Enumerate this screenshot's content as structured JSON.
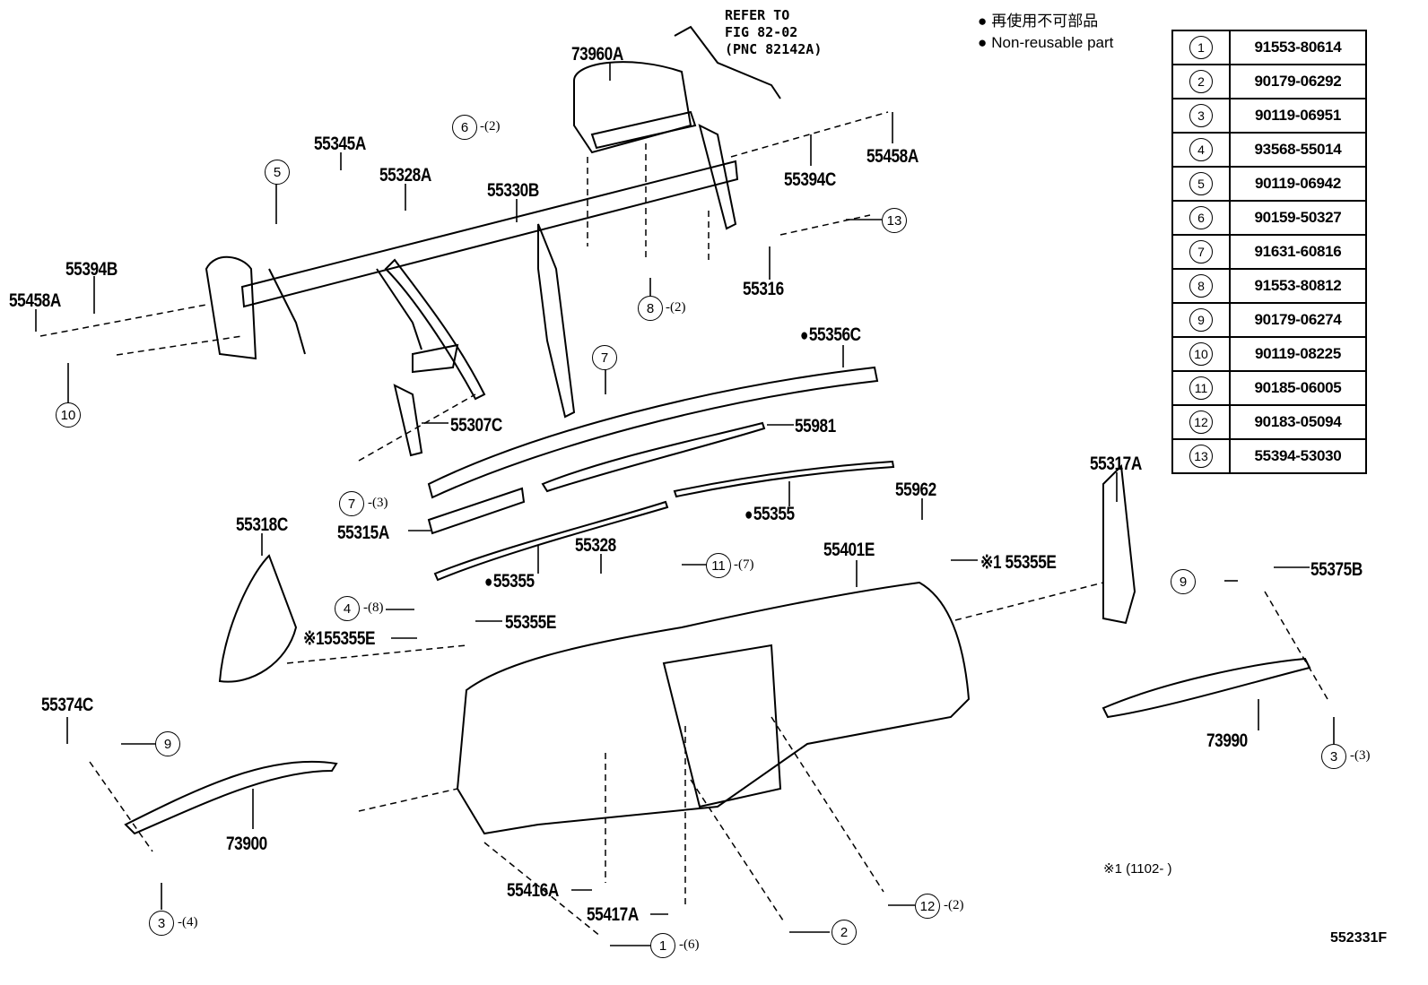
{
  "diagram": {
    "type": "exploded parts diagram",
    "figure_id": "552331F",
    "refer_note": [
      "REFER TO",
      "FIG 82-02",
      "(PNC 82142A)"
    ],
    "legend": {
      "jp": "再使用不可部品",
      "en": "Non-reusable part"
    },
    "footnote": "※1 (1102-      )",
    "parts_table": [
      {
        "key": "1",
        "part_no": "91553-80614"
      },
      {
        "key": "2",
        "part_no": "90179-06292"
      },
      {
        "key": "3",
        "part_no": "90119-06951"
      },
      {
        "key": "4",
        "part_no": "93568-55014"
      },
      {
        "key": "5",
        "part_no": "90119-06942"
      },
      {
        "key": "6",
        "part_no": "90159-50327"
      },
      {
        "key": "7",
        "part_no": "91631-60816"
      },
      {
        "key": "8",
        "part_no": "91553-80812"
      },
      {
        "key": "9",
        "part_no": "90179-06274"
      },
      {
        "key": "10",
        "part_no": "90119-08225"
      },
      {
        "key": "11",
        "part_no": "90185-06005"
      },
      {
        "key": "12",
        "part_no": "90183-05094"
      },
      {
        "key": "13",
        "part_no": "55394-53030"
      }
    ],
    "labels": {
      "p73960A": "73960A",
      "p55345A": "55345A",
      "p55328A": "55328A",
      "p55330B": "55330B",
      "p55394C": "55394C",
      "p55458A_r": "55458A",
      "p55394B": "55394B",
      "p55458A_l": "55458A",
      "p55316": "55316",
      "p55356C": "55356C",
      "p55307C": "55307C",
      "p55981": "55981",
      "p55315A": "55315A",
      "p55355_a": "55355",
      "p55355_b": "55355",
      "p55962": "55962",
      "p55317A": "55317A",
      "p55318C": "55318C",
      "p55328": "55328",
      "p55401E": "55401E",
      "p55355E_r": "※1 55355E",
      "p55355E_m": "55355E",
      "p55355E_l": "※155355E",
      "p55375B": "55375B",
      "p55374C": "55374C",
      "p73900": "73900",
      "p73990": "73990",
      "p55416A": "55416A",
      "p55417A": "55417A"
    },
    "callouts": {
      "c6": {
        "key": "6",
        "qty": "-(2)"
      },
      "c5": {
        "key": "5",
        "qty": ""
      },
      "c8": {
        "key": "8",
        "qty": "-(2)"
      },
      "c13": {
        "key": "13",
        "qty": ""
      },
      "c10": {
        "key": "10",
        "qty": ""
      },
      "c7a": {
        "key": "7",
        "qty": ""
      },
      "c7b": {
        "key": "7",
        "qty": "-(3)"
      },
      "c11": {
        "key": "11",
        "qty": "-(7)"
      },
      "c4": {
        "key": "4",
        "qty": "-(8)"
      },
      "c9a": {
        "key": "9",
        "qty": ""
      },
      "c9b": {
        "key": "9",
        "qty": ""
      },
      "c3a": {
        "key": "3",
        "qty": "-(3)"
      },
      "c3b": {
        "key": "3",
        "qty": "-(4)"
      },
      "c1": {
        "key": "1",
        "qty": "-(6)"
      },
      "c2": {
        "key": "2",
        "qty": ""
      },
      "c12": {
        "key": "12",
        "qty": "-(2)"
      }
    }
  }
}
